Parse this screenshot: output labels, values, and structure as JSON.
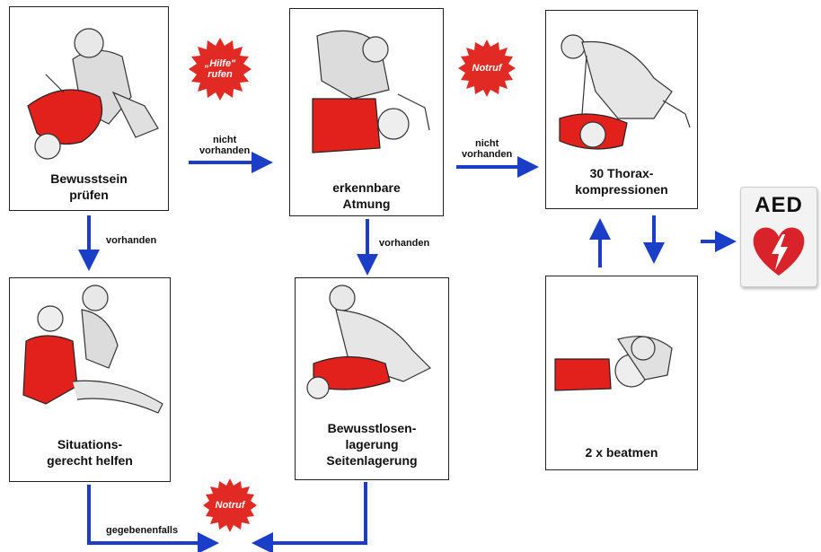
{
  "steps": {
    "bewusstsein": "Bewusstsein\nprüfen",
    "atmung": "erkennbare\nAtmung",
    "thorax": "30 Thorax-\nkompressionen",
    "situation": "Situations-\ngerecht helfen",
    "lagerung": "Bewusstlosen-\nlagerung\nSeitenlagerung",
    "beatmen": "2 x beatmen"
  },
  "labels": {
    "nicht_vorhanden_1": "nicht\nvorhanden",
    "nicht_vorhanden_2": "nicht\nvorhanden",
    "vorhanden_1": "vorhanden",
    "vorhanden_2": "vorhanden",
    "gegebenenfalls": "gegebenenfalls"
  },
  "badges": {
    "hilfe": "„Hilfe\"\nrufen",
    "notruf_1": "Notruf",
    "notruf_2": "Notruf"
  },
  "aed": {
    "title": "AED"
  },
  "colors": {
    "arrow": "#1a3ec8",
    "red": "#e3211c",
    "badge": "#e02a23"
  }
}
